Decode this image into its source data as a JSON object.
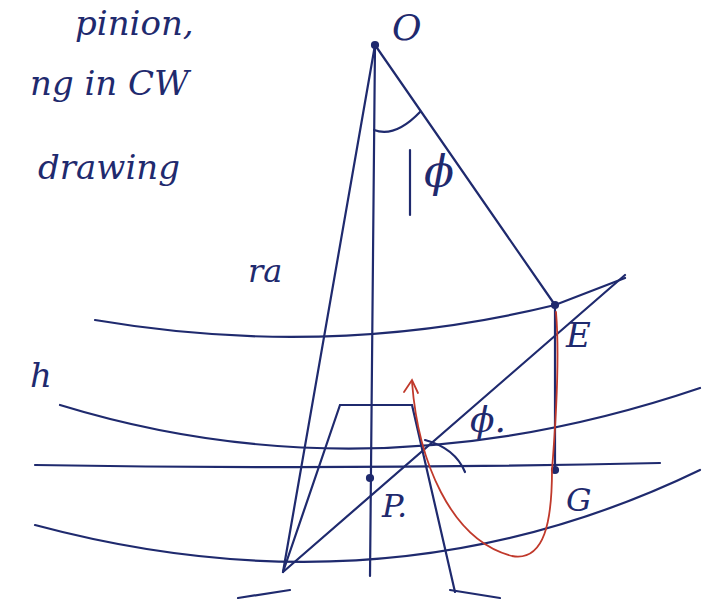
{
  "diagram": {
    "labels": [
      "pinion,",
      "ng in CW",
      "drawing",
      "h",
      "O",
      "ϕ",
      "ra",
      "E",
      "ϕ.",
      "P.",
      "G"
    ]
  }
}
